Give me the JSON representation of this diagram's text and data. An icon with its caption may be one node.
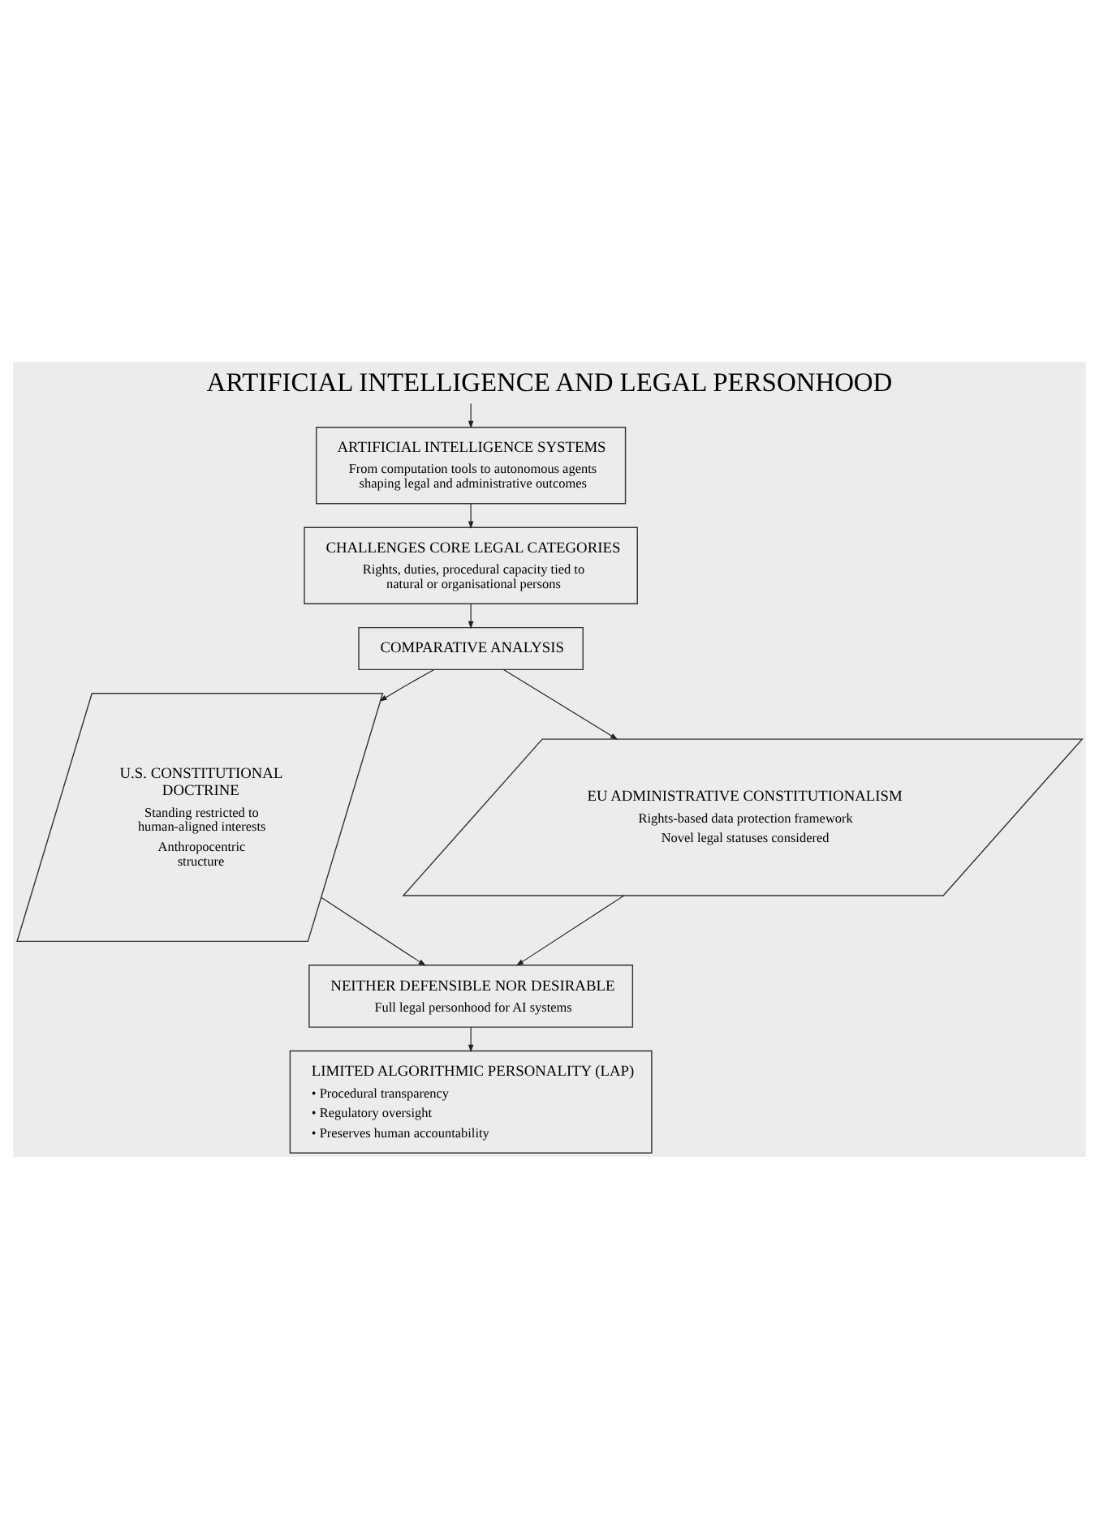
{
  "diagram": {
    "title": "ARTIFICIAL INTELLIGENCE AND LEGAL PERSONHOOD",
    "nodes": [
      {
        "text": [
          "ARTIFICIAL INTELLIGENCE SYSTEMS",
          "From computation tools to autonomous agents shaping legal and administrative outcomes"
        ]
      },
      {
        "text": [
          "CHALLENGES CORE LEGAL CATEGORIES",
          "Rights, duties, procedural capacity tied to natural or organisational persons"
        ]
      },
      {
        "text": [
          "COMPARATIVE ANALYSIS"
        ]
      },
      {
        "text": [
          "U.S. CONSTITUTIONAL DOCTRINE",
          "Standing restricted to human-aligned interests",
          "Anthropocentric structure"
        ]
      },
      {
        "text": [
          "EU ADMINISTRATIVE CONSTITUTIONALISM",
          "Rights-based data protection framework",
          "Novel legal statuses considered"
        ]
      },
      {
        "text": [
          "NEITHER DEFENSIBLE NOR DESIRABLE",
          "Full legal personhood for AI systems"
        ]
      },
      {
        "text": [
          "LIMITED ALGORITHMIC PERSONALITY (LAP)",
          "• Procedural transparency",
          "• Regulatory oversight",
          "• Preserves human accountability"
        ]
      }
    ],
    "edges": [
      {
        "from": null,
        "to": 0,
        "arrow": "to"
      },
      {
        "from": 0,
        "to": 1,
        "arrow": "to"
      },
      {
        "from": 1,
        "to": 2,
        "arrow": "to"
      },
      {
        "from": 2,
        "to": 3,
        "arrow": "to"
      },
      {
        "from": 2,
        "to": 4,
        "arrow": "to"
      },
      {
        "from": 3,
        "to": 5,
        "arrow": "to"
      },
      {
        "from": 4,
        "to": 5,
        "arrow": "to"
      },
      {
        "from": 5,
        "to": 6,
        "arrow": "to"
      }
    ]
  }
}
